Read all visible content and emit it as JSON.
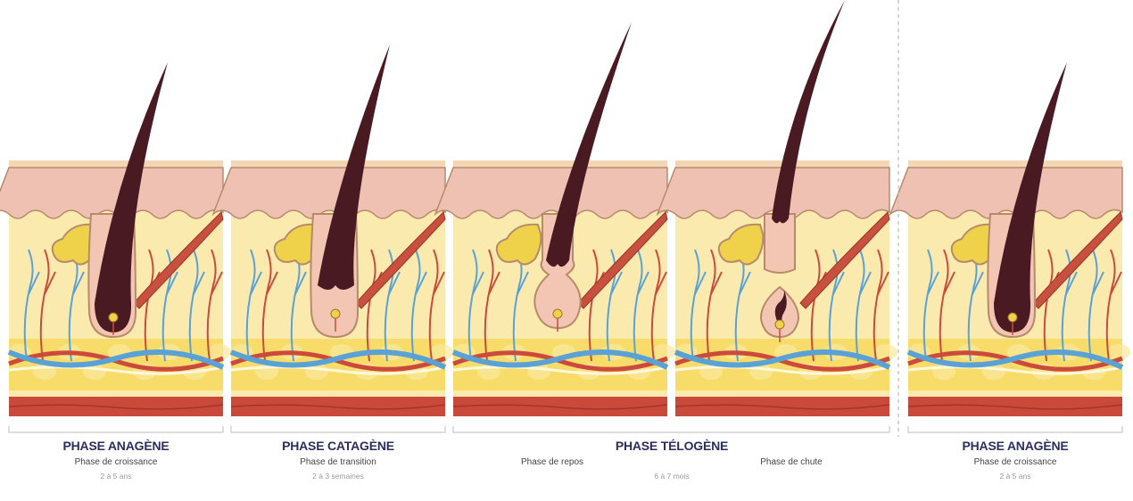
{
  "colors": {
    "skin_top": "#f3d7b4",
    "epidermis": "#eec1b3",
    "dermis": "#fbeaae",
    "fat": "#f7dc6a",
    "muscle_layer": "#c9493b",
    "hair": "#4a1a22",
    "follicle": "#f3c6b3",
    "outline": "#b78a6c",
    "gland": "#f0d24a",
    "vein": "#5aa2d6",
    "artery": "#cc4a3c",
    "title": "#2b2f5e"
  },
  "panels": [
    {
      "stage": "anagen"
    },
    {
      "stage": "catagen"
    },
    {
      "stage": "telogen-rest"
    },
    {
      "stage": "telogen-shed"
    },
    {
      "stage": "anagen"
    }
  ],
  "labels": {
    "anagen": {
      "title": "PHASE ANAGÈNE",
      "subtitle": "Phase de croissance",
      "duration": "2 à 5 ans"
    },
    "catagen": {
      "title": "PHASE CATAGÈNE",
      "subtitle": "Phase de transition",
      "duration": "2 à 3 semaines"
    },
    "telogen": {
      "title": "PHASE TÉLOGÈNE",
      "subtitle_rest": "Phase de repos",
      "subtitle_shed": "Phase de chute",
      "duration": "6 à 7 mois"
    },
    "anagen2": {
      "title": "PHASE ANAGÈNE",
      "subtitle": "Phase de croissance",
      "duration": "2 à 5 ans"
    }
  }
}
